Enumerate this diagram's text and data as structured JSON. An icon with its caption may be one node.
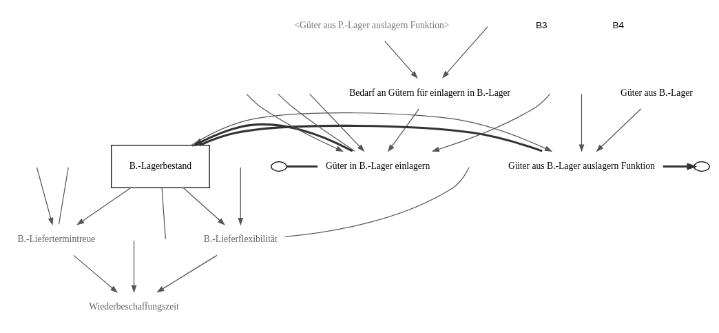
{
  "diagram": {
    "nodes": [
      {
        "text": [
          "<Güter aus P.-Lager auslagern Funktion>"
        ]
      },
      {
        "text": [
          "B.-Lieferflexibilität"
        ]
      },
      {
        "text": [
          "B.-Liefertermintreue"
        ]
      },
      {
        "text": [
          "Wiederbeschaffungszeit"
        ]
      },
      {
        "text": [
          "Bedarf an Gütern für einlagern in B.-Lager"
        ]
      },
      {
        "text": [
          "Güter in B.-Lager einlagern"
        ]
      },
      {
        "text": [
          "B.-Lagerbestand"
        ]
      },
      {
        "text": [
          "Güter aus B.-Lager auslagern Funktion"
        ]
      },
      {
        "text": [
          "Güter aus B.-Lager"
        ]
      },
      {
        "text": [],
        "shape": "cloud"
      },
      {
        "text": [],
        "shape": "cloud"
      }
    ],
    "edges": [
      {
        "from": null,
        "to": 1,
        "arrow": "none"
      },
      {
        "from": null,
        "to": 1,
        "arrow": "to"
      },
      {
        "from": 6,
        "to": 1,
        "arrow": "to"
      },
      {
        "from": 1,
        "to": 3,
        "arrow": "to"
      },
      {
        "from": null,
        "to": 2,
        "arrow": "none"
      },
      {
        "from": null,
        "to": 2,
        "arrow": "to"
      },
      {
        "from": 6,
        "to": 2,
        "arrow": "to"
      },
      {
        "from": 2,
        "to": 3,
        "arrow": "to"
      },
      {
        "from": null,
        "to": 3,
        "arrow": "to"
      },
      {
        "from": 0,
        "to": 4,
        "arrow": "to"
      },
      {
        "from": null,
        "to": 4,
        "arrow": "to"
      },
      {
        "from": 4,
        "to": 5,
        "arrow": "to"
      },
      {
        "from": null,
        "to": 5,
        "arrow": "to"
      },
      {
        "from": 9,
        "to": 5,
        "arrow": "none",
        "style": "thick"
      },
      {
        "from": 5,
        "to": 6,
        "arrow": "to",
        "style": "thick"
      },
      {
        "from": 6,
        "to": 7,
        "arrow": "none",
        "style": "thick"
      },
      {
        "from": 7,
        "to": 10,
        "arrow": "to",
        "style": "thick"
      },
      {
        "from": 6,
        "to": 7,
        "arrow": "to"
      },
      {
        "from": 6,
        "to": null,
        "arrow": "none"
      },
      {
        "from": null,
        "to": 5,
        "arrow": "to"
      },
      {
        "from": null,
        "to": 5,
        "arrow": "none"
      },
      {
        "from": null,
        "to": 5,
        "arrow": "to"
      },
      {
        "from": null,
        "to": 7,
        "arrow": "to"
      },
      {
        "from": 8,
        "to": 7,
        "arrow": "to"
      }
    ],
    "labels": [
      "B3",
      "B4"
    ]
  }
}
